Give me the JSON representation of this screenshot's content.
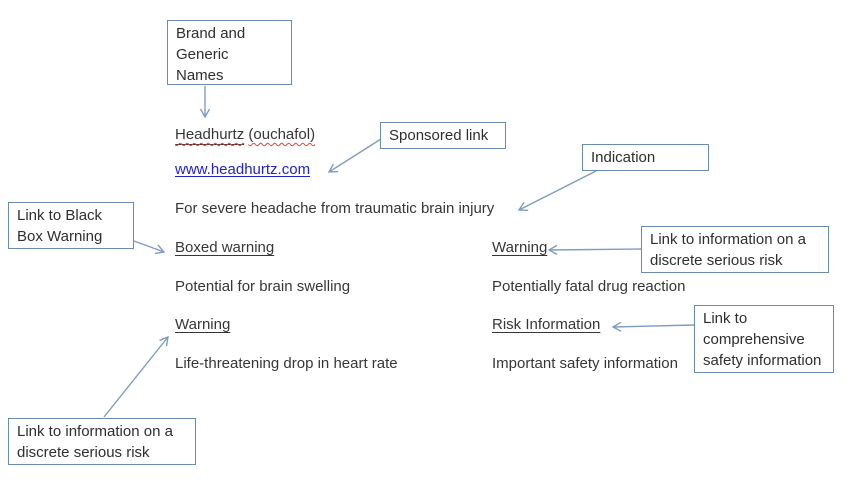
{
  "colors": {
    "box_border": "#6a8bb0",
    "arrow": "#7e9cc0",
    "text": "#363636",
    "link_blue": "#2121cd",
    "spellcheck_red": "#e04438"
  },
  "callouts": {
    "brand": {
      "label": "Brand and\nGeneric\nNames"
    },
    "sponsored": {
      "label": "Sponsored link"
    },
    "indication": {
      "label": "Indication"
    },
    "blackbox": {
      "label": "Link to Black\nBox Warning"
    },
    "discrete_right": {
      "label": "Link to information on a\ndiscrete serious risk"
    },
    "comprehensive": {
      "label": "Link to\ncomprehensive\nsafety information"
    },
    "discrete_left": {
      "label": "Link to information on a\ndiscrete serious risk"
    }
  },
  "ad": {
    "brand_name": "Headhurtz",
    "generic_name": "(ouchafol)",
    "url": "www.headhurtz.com",
    "indication": "For severe headache from traumatic brain injury",
    "sections": {
      "left": [
        {
          "heading": "Boxed warning",
          "body": "Potential for brain swelling"
        },
        {
          "heading": "Warning",
          "body": "Life-threatening drop in heart rate"
        }
      ],
      "right": [
        {
          "heading": "Warning",
          "body": "Potentially fatal drug reaction"
        },
        {
          "heading": "Risk Information",
          "body": "Important safety information"
        }
      ]
    }
  }
}
